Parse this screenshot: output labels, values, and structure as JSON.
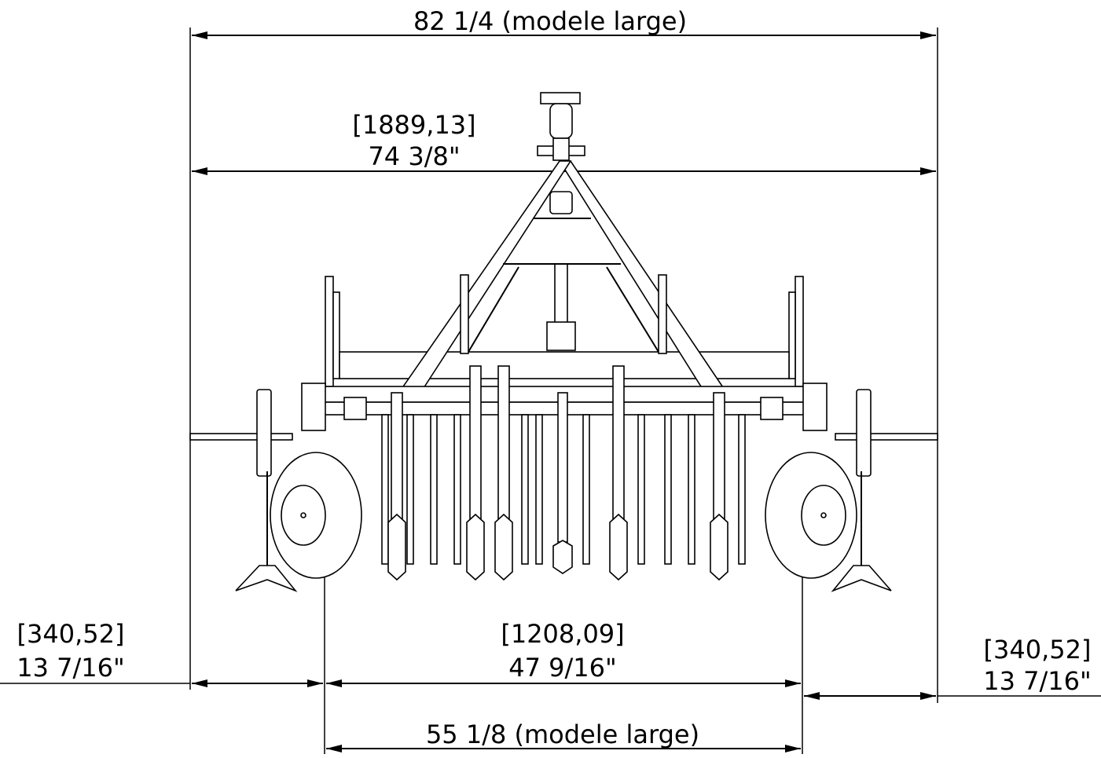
{
  "dimensions": {
    "overall_wide": "82 1/4 (modele large)",
    "overall_mm": "[1889,13]",
    "overall_in": "74 3/8\"",
    "left_offset_mm": "[340,52]",
    "left_offset_in": "13 7/16\"",
    "center_mm": "[1208,09]",
    "center_in": "47 9/16\"",
    "right_offset_mm": "[340,52]",
    "right_offset_in": "13 7/16\"",
    "center_wide": "55 1/8 (modele large)"
  },
  "colors": {
    "line": "#000000",
    "background": "#ffffff"
  }
}
